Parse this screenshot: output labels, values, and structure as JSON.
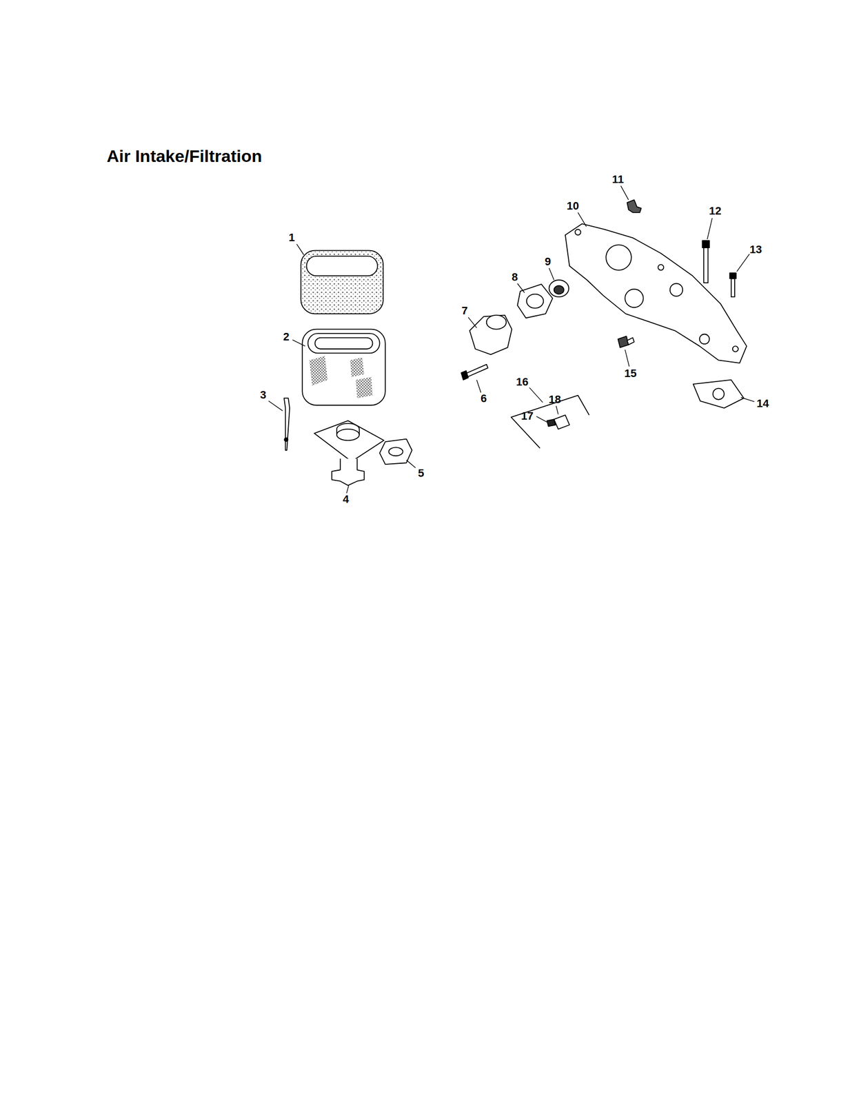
{
  "diagram": {
    "title": "Air Intake/Filtration",
    "labels": [
      "1",
      "2",
      "3",
      "4",
      "5",
      "6",
      "7",
      "8",
      "9",
      "10",
      "11",
      "12",
      "13",
      "14",
      "15",
      "16",
      "17",
      "18"
    ]
  }
}
